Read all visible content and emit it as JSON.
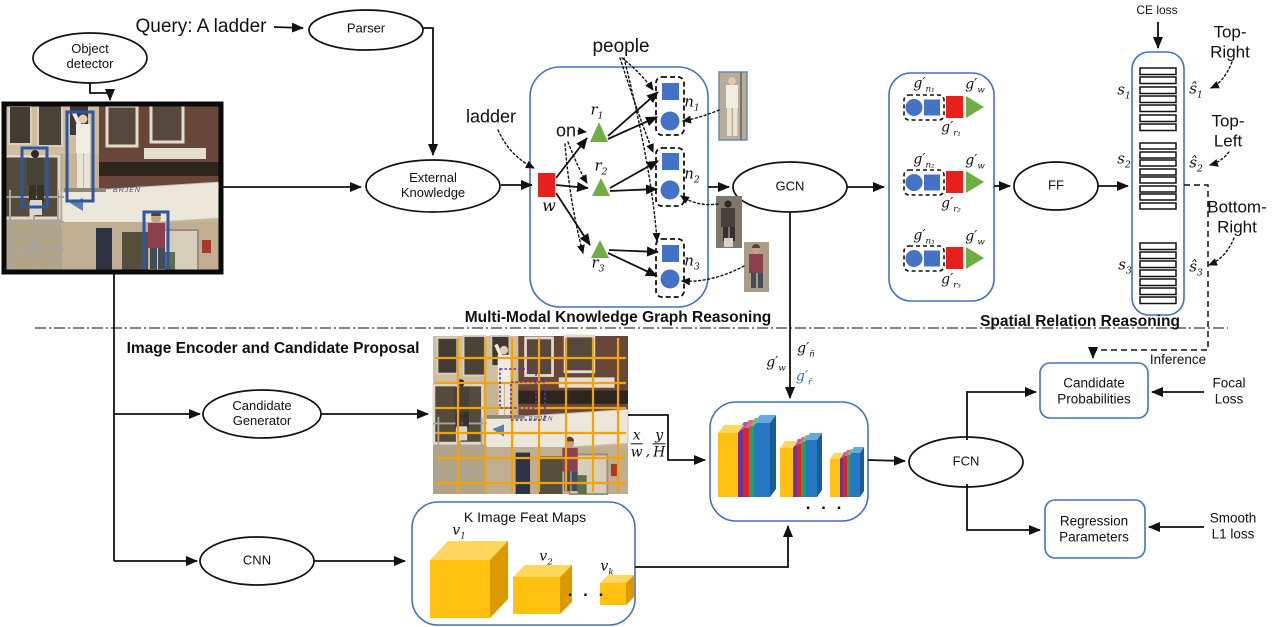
{
  "header": {
    "query": "Query: A ladder"
  },
  "nodes": {
    "object_detector": "Object detector",
    "parser": "Parser",
    "external_knowledge": "External Knowledge",
    "gcn": "GCN",
    "ff": "FF",
    "candidate_generator": "Candidate Generator",
    "cnn": "CNN",
    "fcn": "FCN"
  },
  "kg": {
    "people": "people",
    "ladder": "ladder",
    "on": "on",
    "w": {
      "base": "w",
      "sub": ""
    },
    "r": [
      {
        "base": "r",
        "sub": "1"
      },
      {
        "base": "r",
        "sub": "2"
      },
      {
        "base": "r",
        "sub": "3"
      }
    ],
    "n": [
      {
        "base": "n",
        "sub": "1"
      },
      {
        "base": "n",
        "sub": "2"
      },
      {
        "base": "n",
        "sub": "3"
      }
    ]
  },
  "gvec": {
    "rows": [
      {
        "n": {
          "base": "g′",
          "sub": "n₁"
        },
        "w": {
          "base": "g′",
          "sub": "w"
        },
        "r": {
          "base": "g′",
          "sub": "r₁"
        }
      },
      {
        "n": {
          "base": "g′",
          "sub": "n₂"
        },
        "w": {
          "base": "g′",
          "sub": "w"
        },
        "r": {
          "base": "g′",
          "sub": "r₂"
        }
      },
      {
        "n": {
          "base": "g′",
          "sub": "n₃"
        },
        "w": {
          "base": "g′",
          "sub": "w"
        },
        "r": {
          "base": "g′",
          "sub": "r₃"
        }
      }
    ]
  },
  "spatial": {
    "ce_loss": "CE loss",
    "s": [
      {
        "base": "s",
        "sub": "1"
      },
      {
        "base": "s",
        "sub": "2"
      },
      {
        "base": "s",
        "sub": "3"
      }
    ],
    "s_hat": [
      {
        "base": "ŝ",
        "sub": "1"
      },
      {
        "base": "ŝ",
        "sub": "2"
      },
      {
        "base": "ŝ",
        "sub": "3"
      }
    ],
    "corners": [
      "Top-Right",
      "Top-Left",
      "Bottom-Right"
    ],
    "inference": "Inference"
  },
  "gcn_out": {
    "gn": {
      "base": "g′",
      "sub": "n̄"
    },
    "gw": {
      "base": "g′",
      "sub": "w"
    },
    "gr": {
      "base": "g′",
      "sub": "r̄"
    }
  },
  "sections": {
    "mmkg": "Multi-Modal Knowledge Graph Reasoning",
    "srr": "Spatial Relation Reasoning",
    "iecp": "Image Encoder and Candidate Proposal"
  },
  "bottom": {
    "feat_title": "K Image Feat Maps",
    "v": [
      {
        "base": "v",
        "sub": "1"
      },
      {
        "base": "v",
        "sub": "2"
      },
      {
        "base": "v",
        "sub": "k"
      }
    ],
    "dots": ". . .",
    "frac": {
      "num1": "x",
      "den1": "w",
      "comma": ",",
      "num2": "y",
      "den2": "H"
    },
    "candidate_probabilities": "Candidate Probabilities",
    "regression_parameters": "Regression Parameters",
    "focal_loss": "Focal Loss",
    "smooth_l1": "Smooth L1 loss"
  },
  "photo": {
    "sign": "BRJEN"
  },
  "colors": {
    "node_blue": "#4472c4",
    "node_red": "#e8201c",
    "node_green": "#70ad47",
    "box_border": "#4472c4",
    "slab_yellow": "#ffc010",
    "slab_purple": "#7030a0",
    "slab_red": "#e32222",
    "slab_green": "#21a366",
    "slab_blue": "#2479c2",
    "grid_orange": "#f2a30a",
    "bbox_blue": "#2d56a5",
    "gr_label_blue": "#2e75b6"
  }
}
